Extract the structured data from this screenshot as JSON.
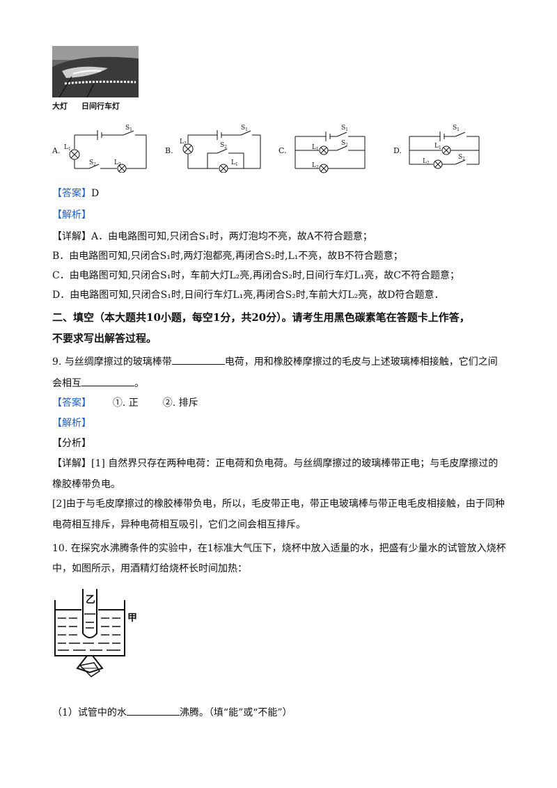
{
  "figure_car": {
    "caption_headlight": "大灯",
    "caption_daylight": "日间行车灯"
  },
  "options": [
    {
      "letter": "A."
    },
    {
      "letter": "B."
    },
    {
      "letter": "C."
    },
    {
      "letter": "D."
    }
  ],
  "circuit_labels": {
    "s1": "S",
    "s2": "S",
    "l1": "L",
    "l2": "L",
    "sub1": "1",
    "sub2": "2"
  },
  "q8": {
    "answer_tag": "【答案】",
    "answer": "D",
    "analysis_tag": "【解析】",
    "detail_tag": "【详解】",
    "lines": [
      "A．由电路图可知,只闭合S₁时，两灯泡均不亮，故A不符合题意；",
      "B．由电路图可知,只闭合S₁时,两灯泡都亮,再闭合S₂时,L₁不亮，故B不符合题意；",
      "C．由电路图可知,只闭合S₁时，车前大灯L₂亮,再闭合S₂时,日间行车灯L₁亮，故C不符合题意；",
      "D．由电路图可知,只闭合S₁时,日间行车灯L₁亮,再闭合S₂时,车前大灯L₂亮，故D符合题意．"
    ]
  },
  "section2": {
    "heading_line1": "二、填空（本大题共10小题，每空1分，共20分）。请考生用黑色碳素笔在答题卡上作答，",
    "heading_line2": "不要求写出解答过程。"
  },
  "q9": {
    "stem_part1": "9. 与丝绸摩擦过的玻璃棒带",
    "stem_part2": "电荷，用和橡胶棒摩擦过的毛皮与上述玻璃棒相接触，它们之间",
    "stem_line2_part1": "会相互",
    "stem_line2_part2": "。",
    "answer_tag": "【答案】",
    "answer_1": "①. 正",
    "answer_2": "②. 排斥",
    "analysis_tag": "【解析】",
    "fenxi_tag": "【分析】",
    "detail_tag": "【详解】",
    "detail_1a": "[1] 自然界只存在两种电荷：正电荷和负电荷。与丝绸摩擦过的玻璃棒带正电；与毛皮摩擦过的",
    "detail_1b": "橡胶棒带负电。",
    "detail_2a": "[2]由于与毛皮摩擦过的橡胶棒带负电，所以，毛皮带正电，带正电玻璃棒与带正电毛皮相接触，由于同种",
    "detail_2b": "电荷相互排斥，异种电荷相互吸引，它们之间会相互排斥。"
  },
  "q10": {
    "stem_line1": "10. 在探究水沸腾条件的实验中，在1标准大气压下，烧杯中放入适量的水，把盛有少量水的试管放入烧杯",
    "stem_line2": "中，如图所示，用酒精灯给烧杯长时间加热：",
    "fig_label_tube": "乙",
    "fig_label_beaker": "甲",
    "sub1_part1": "（1）试管中的水",
    "sub1_part2": "沸腾。（填“能”或“不能”）"
  }
}
